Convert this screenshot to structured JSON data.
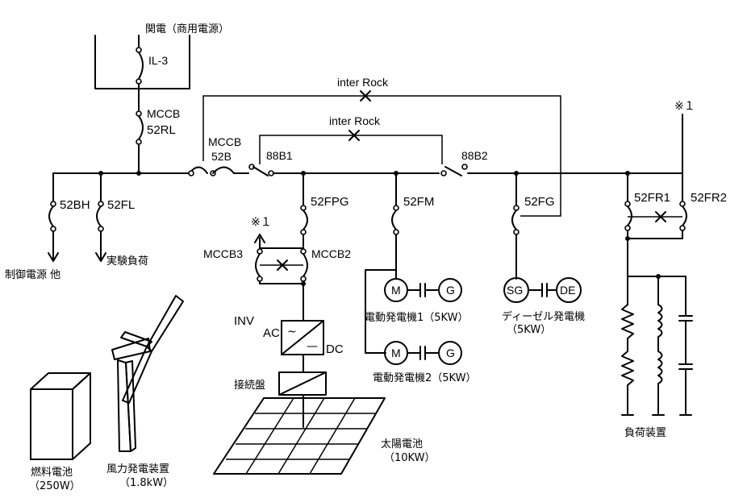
{
  "labels": {
    "source": "関電（商用電源）",
    "il3": "IL-3",
    "mccb_main": "MCCB",
    "b52rl": "52RL",
    "interlock_top": "inter Rock",
    "interlock_mid": "inter Rock",
    "mccb_b": "MCCB",
    "b52b": "52B",
    "b88b1": "88B1",
    "b88b2": "88B2",
    "note_right": "※１",
    "b52bh": "52BH",
    "b52fl": "52FL",
    "control_load": "制御電源 他",
    "test_load": "実験負荷",
    "b52fpg": "52FPG",
    "note_left": "※１",
    "mccb3": "MCCB3",
    "mccb2": "MCCB2",
    "b52fm": "52FM",
    "b52fg": "52FG",
    "b52fr1": "52FR1",
    "b52fr2": "52FR2",
    "motor1": "M",
    "gen1": "G",
    "mg1_label": "電動発電機1（5KW）",
    "motor2": "M",
    "gen2": "G",
    "mg2_label": "電動発電機2（5KW）",
    "sg": "SG",
    "de": "DE",
    "diesel_label": "ディーゼル発電機",
    "diesel_rating": "（5KW）",
    "inv": "INV",
    "ac": "AC",
    "dc": "DC",
    "inverter_ac_symbol": "~",
    "inverter_dc_symbol": "—",
    "junction_box": "接続盤",
    "solar_label": "太陽電池",
    "solar_rating": "（10KW）",
    "load_device": "負荷装置",
    "fuel_cell": "燃料電池",
    "fuel_cell_rating": "（250W）",
    "wind_label": "風力発電装置",
    "wind_rating": "（1.8kW）"
  }
}
